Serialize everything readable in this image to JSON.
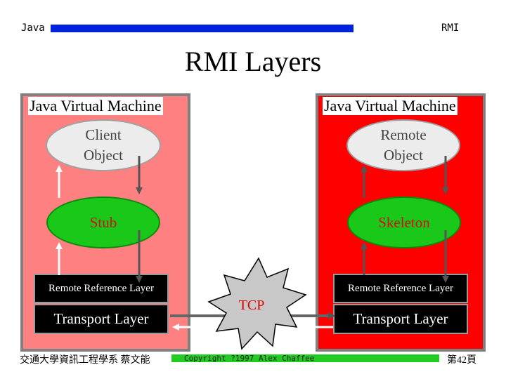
{
  "header": {
    "left": "Java",
    "right": "RMI",
    "bar_color": "#0022dd"
  },
  "slide": {
    "title": "RMI Layers"
  },
  "client_jvm": {
    "label": "Java Virtual Machine",
    "object_line1": "Client",
    "object_line2": "Object",
    "stub": "Stub",
    "remote_ref": "Remote Reference Layer",
    "transport": "Transport Layer",
    "fill": "#ff8080"
  },
  "server_jvm": {
    "label": "Java Virtual Machine",
    "object_line1": "Remote",
    "object_line2": "Object",
    "skeleton": "Skeleton",
    "remote_ref": "Remote Reference Layer",
    "transport": "Transport Layer",
    "fill": "#ff0000"
  },
  "network": {
    "label": "TCP"
  },
  "footer": {
    "left": "交通大學資訊工程學系 蔡文能",
    "copyright": "Copyright ?1997 Alex Chaffee",
    "page": "第42頁",
    "bar_color": "#22cc22"
  }
}
